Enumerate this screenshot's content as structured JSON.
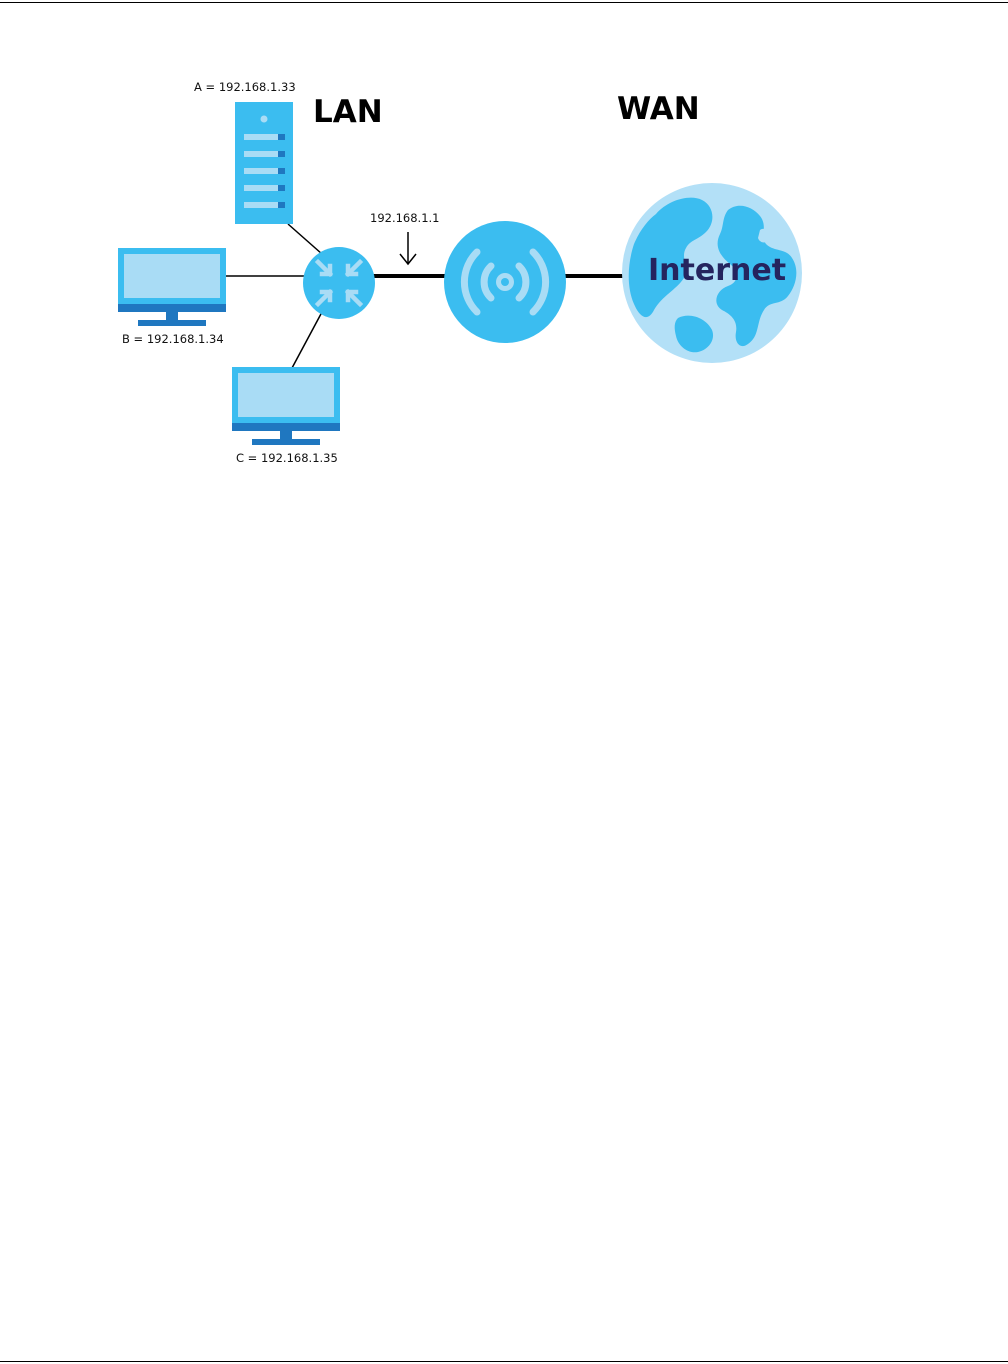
{
  "diagram": {
    "labels": {
      "lan": "LAN",
      "wan": "WAN",
      "internet": "Internet",
      "host_a": "A = 192.168.1.33",
      "host_b": "B = 192.168.1.34",
      "host_c": "C = 192.168.1.35",
      "gateway_ip": "192.168.1.1"
    },
    "colors": {
      "device_blue": "#3bbdf0",
      "light_blue": "#a9dcf5",
      "dark_blue": "#1f77c0",
      "globe_light": "#b3e0f7",
      "text_navy": "#25245e"
    },
    "icons": [
      "server-icon",
      "monitor-icon",
      "switch-icon",
      "wireless-router-icon",
      "globe-icon"
    ]
  }
}
